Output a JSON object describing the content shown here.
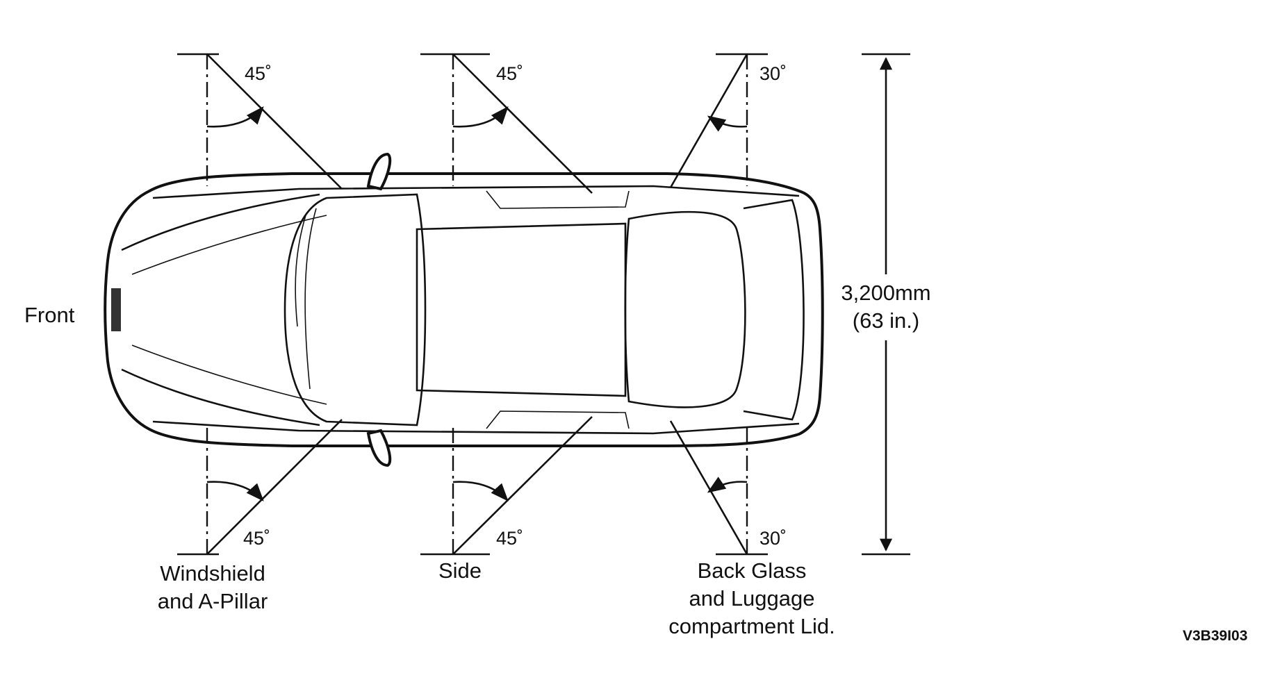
{
  "labels": {
    "front": "Front",
    "width_mm": "3,200mm",
    "width_in": "(63 in.)",
    "windshield_line1": "Windshield",
    "windshield_line2": "and A-Pillar",
    "side": "Side",
    "back_line1": "Back Glass",
    "back_line2": "and Luggage",
    "back_line3": "compartment Lid.",
    "figure_code": "V3B39I03"
  },
  "angles": {
    "windshield_top": "45˚",
    "windshield_bottom": "45˚",
    "side_top": "45˚",
    "side_bottom": "45˚",
    "back_top": "30˚",
    "back_bottom": "30˚"
  }
}
